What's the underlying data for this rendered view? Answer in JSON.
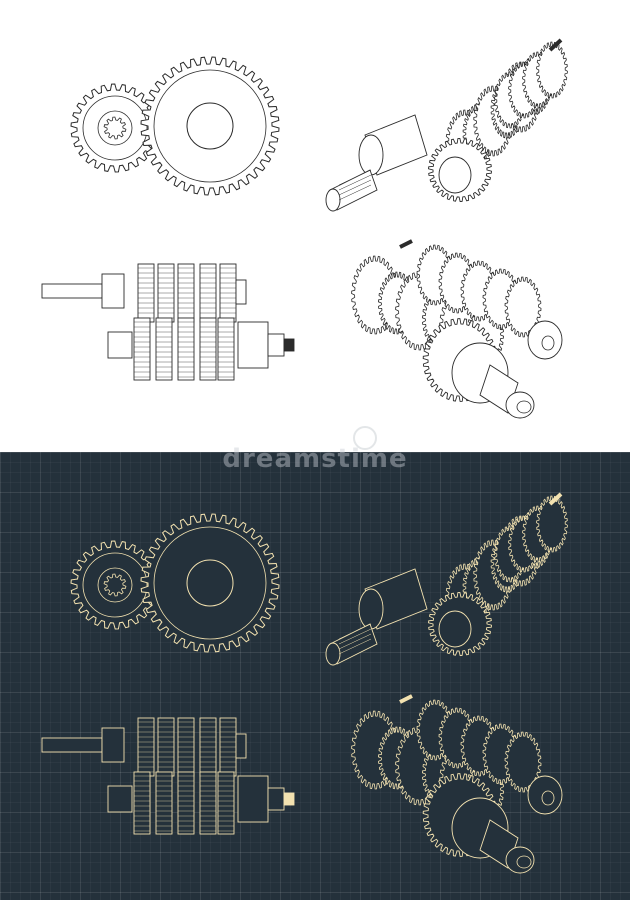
{
  "watermark": {
    "text": "dreamstime"
  },
  "themes": {
    "light": {
      "stroke": "#2b2b2b",
      "fill": "#ffffff",
      "bg": "#ffffff"
    },
    "dark": {
      "stroke": "#f3e2b0",
      "fill": "#24313b",
      "bg": "#24313b"
    }
  },
  "drawings": [
    {
      "name": "spur-gear-pair",
      "icon": "gear-pair-icon"
    },
    {
      "name": "isometric-gear-shaft",
      "icon": "gear-shaft-icon"
    },
    {
      "name": "gearbox-side-view",
      "icon": "gearbox-icon"
    },
    {
      "name": "isometric-gearbox",
      "icon": "gearbox-icon"
    }
  ]
}
